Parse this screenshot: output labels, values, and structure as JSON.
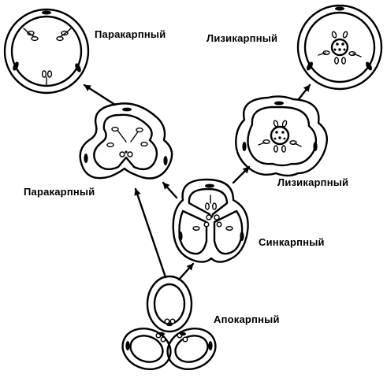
{
  "labels": {
    "paracarpous_top": "Паракарпный",
    "lysicarpous_top": "Лизикарпный",
    "paracarpous_mid": "Паракарпный",
    "lysicarpous_mid": "Лизикарпный",
    "syncarpous": "Синкарпный",
    "apocarpous": "Апокарпный"
  },
  "colors": {
    "ink": "#000000",
    "background": "#ffffff"
  }
}
